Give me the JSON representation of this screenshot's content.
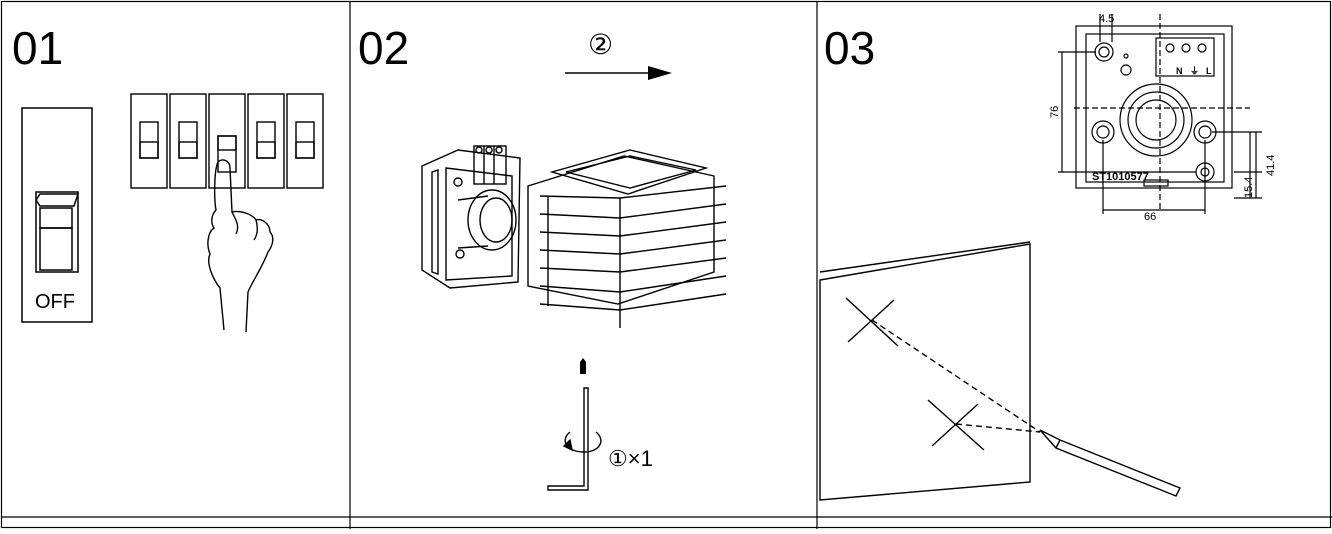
{
  "panels": [
    {
      "number": "01",
      "switch_label": "OFF"
    },
    {
      "number": "02",
      "step_marker": "②",
      "tool_marker": "①×1"
    },
    {
      "number": "03",
      "dimensions": {
        "hole_dia": "4.5",
        "height": "76",
        "width": "66",
        "offset_right": "41.4",
        "offset_bottom": "15.4"
      },
      "model_code": "ST1010577",
      "terminals": [
        "N",
        "⏚",
        "L"
      ]
    }
  ]
}
